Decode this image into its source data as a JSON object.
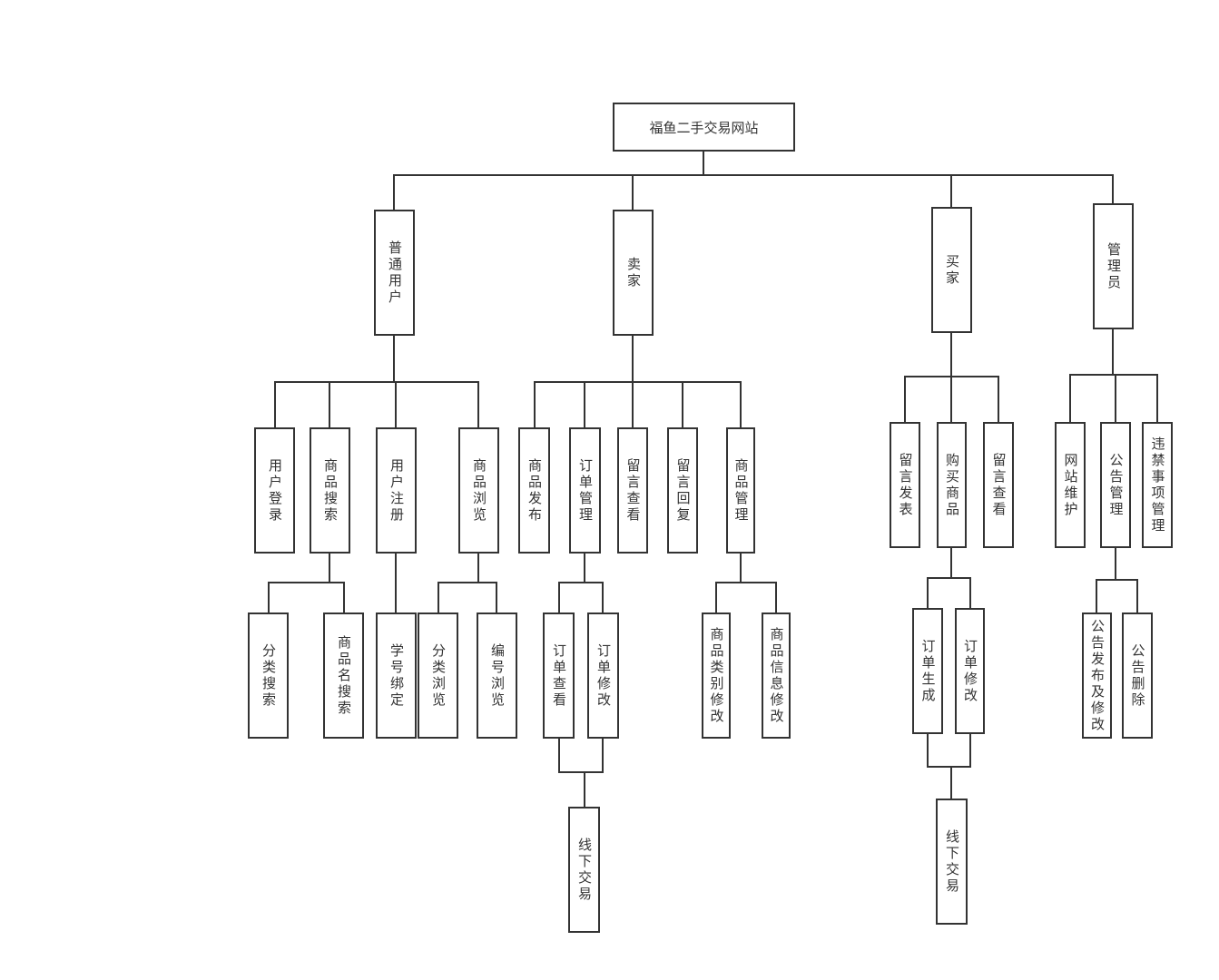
{
  "diagram": {
    "root": "福鱼二手交易网站",
    "nodes": {
      "root": "福鱼二手交易网站",
      "normal_user": "普通用户",
      "seller": "卖家",
      "buyer": "买家",
      "admin": "管理员",
      "user_login": "用户登录",
      "product_search": "商品搜索",
      "user_register": "用户注册",
      "product_browse": "商品浏览",
      "category_search": "分类搜索",
      "product_name_search": "商品名搜索",
      "student_id_bind": "学号绑定",
      "category_browse": "分类浏览",
      "number_browse": "编号浏览",
      "product_publish": "商品发布",
      "seller_order_manage": "订单管理",
      "seller_message_view": "留言查看",
      "seller_message_reply": "留言回复",
      "product_manage": "商品管理",
      "seller_order_view": "订单查看",
      "seller_order_modify": "订单修改",
      "seller_offline_trade": "线下交易",
      "product_category_modify": "商品类别修改",
      "product_info_modify": "商品信息修改",
      "buyer_message_post": "留言发表",
      "buy_product": "购买商品",
      "buyer_message_view": "留言查看",
      "buyer_order_create": "订单生成",
      "buyer_order_modify": "订单修改",
      "buyer_offline_trade": "线下交易",
      "site_maintain": "网站维护",
      "notice_manage": "公告管理",
      "prohibited_manage": "违禁事项管理",
      "notice_publish_modify": "公告发布及修改",
      "notice_delete": "公告删除"
    },
    "edges": [
      [
        "root",
        "normal_user"
      ],
      [
        "root",
        "seller"
      ],
      [
        "root",
        "buyer"
      ],
      [
        "root",
        "admin"
      ],
      [
        "normal_user",
        "user_login"
      ],
      [
        "normal_user",
        "product_search"
      ],
      [
        "normal_user",
        "user_register"
      ],
      [
        "normal_user",
        "product_browse"
      ],
      [
        "product_search",
        "category_search"
      ],
      [
        "product_search",
        "product_name_search"
      ],
      [
        "user_register",
        "student_id_bind"
      ],
      [
        "product_browse",
        "category_browse"
      ],
      [
        "product_browse",
        "number_browse"
      ],
      [
        "seller",
        "product_publish"
      ],
      [
        "seller",
        "seller_order_manage"
      ],
      [
        "seller",
        "seller_message_view"
      ],
      [
        "seller",
        "seller_message_reply"
      ],
      [
        "seller",
        "product_manage"
      ],
      [
        "seller_order_manage",
        "seller_order_view"
      ],
      [
        "seller_order_manage",
        "seller_order_modify"
      ],
      [
        "seller_order_view",
        "seller_offline_trade"
      ],
      [
        "seller_order_modify",
        "seller_offline_trade"
      ],
      [
        "product_manage",
        "product_category_modify"
      ],
      [
        "product_manage",
        "product_info_modify"
      ],
      [
        "buyer",
        "buyer_message_post"
      ],
      [
        "buyer",
        "buy_product"
      ],
      [
        "buyer",
        "buyer_message_view"
      ],
      [
        "buy_product",
        "buyer_order_create"
      ],
      [
        "buy_product",
        "buyer_order_modify"
      ],
      [
        "buyer_order_create",
        "buyer_offline_trade"
      ],
      [
        "buyer_order_modify",
        "buyer_offline_trade"
      ],
      [
        "admin",
        "site_maintain"
      ],
      [
        "admin",
        "notice_manage"
      ],
      [
        "admin",
        "prohibited_manage"
      ],
      [
        "notice_manage",
        "notice_publish_modify"
      ],
      [
        "notice_manage",
        "notice_delete"
      ]
    ]
  },
  "colors": {
    "line": "#333333",
    "box_border": "#333333",
    "text": "#333333",
    "background": "#ffffff"
  }
}
